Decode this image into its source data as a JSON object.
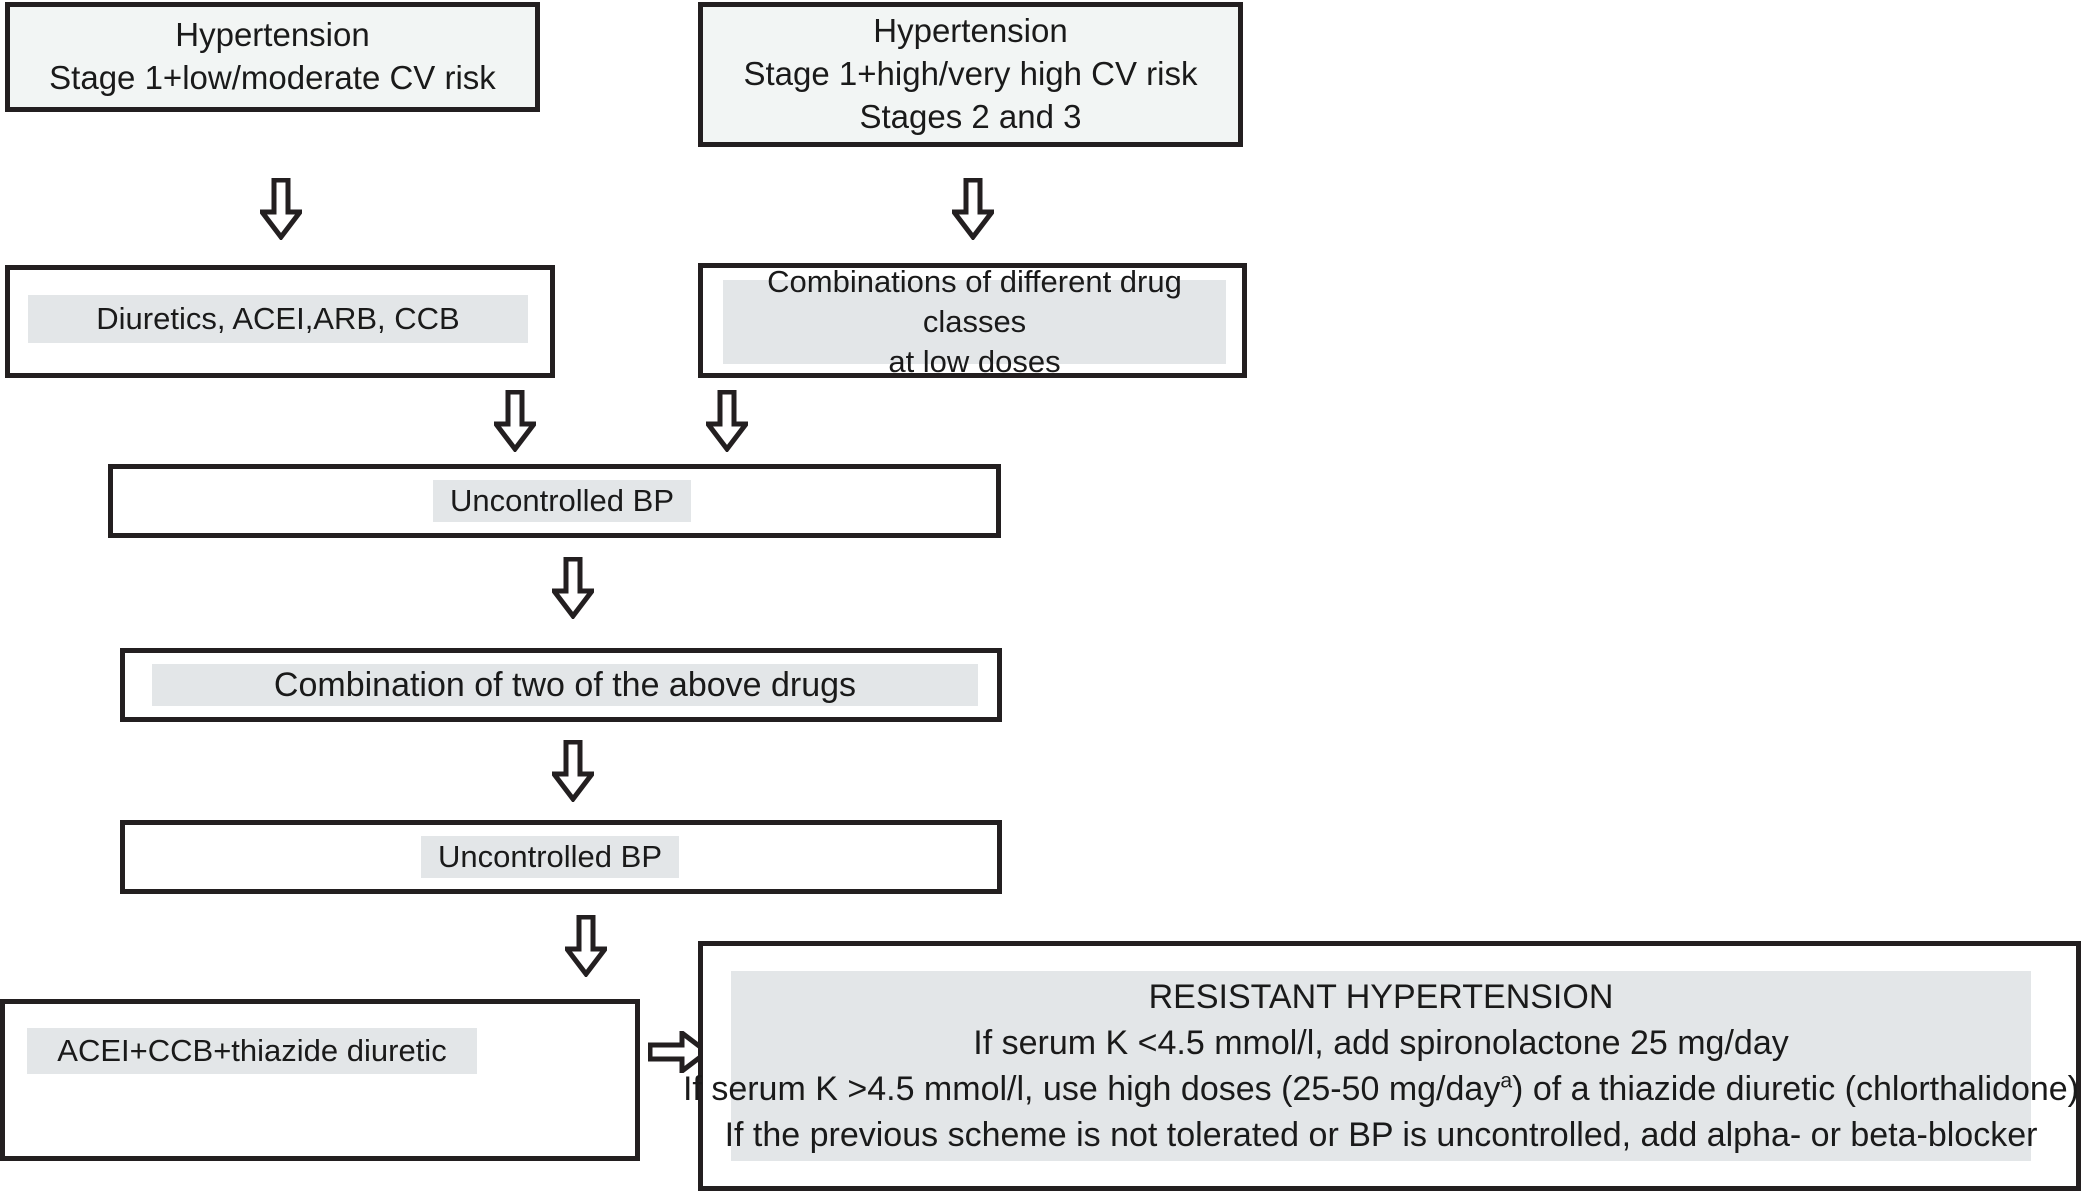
{
  "diagram": {
    "title": "Hypertension treatment flowchart",
    "colors": {
      "border": "#231f20",
      "box_fill_tinted": "#f2f5f4",
      "box_fill_plain": "#ffffff",
      "highlight_band": "#e3e6e8",
      "text": "#1a1a1a",
      "background": "#ffffff"
    },
    "nodes": {
      "stage1_low": {
        "line1": "Hypertension",
        "line2": "Stage 1+low/moderate CV risk",
        "text": "Hypertension\nStage 1+low/moderate CV risk"
      },
      "stage1_high": {
        "line1": "Hypertension",
        "line2": "Stage 1+high/very high CV risk",
        "line3": "Stages 2 and 3",
        "text": "Hypertension\nStage 1+high/very high CV risk\nStages 2 and 3"
      },
      "monotherapy": {
        "text": "Diuretics, ACEI,ARB, CCB"
      },
      "combinations": {
        "line1": "Combinations of different drug classes",
        "line2": "at low doses",
        "text": "Combinations of different drug classes\nat low doses"
      },
      "uncontrolled_bp_1": {
        "text": "Uncontrolled BP"
      },
      "combination_two": {
        "text": "Combination of two of the above drugs"
      },
      "uncontrolled_bp_2": {
        "text": "Uncontrolled BP"
      },
      "triple_therapy": {
        "text": "ACEI+CCB+thiazide diuretic"
      },
      "resistant_hypertension": {
        "heading": "RESISTANT HYPERTENSION",
        "line1": "If serum K <4.5 mmol/l, add spironolactone 25 mg/day",
        "line2_pre": "If serum K >4.5 mmol/l, use high doses (25-50 mg/day",
        "line2_sup": "a",
        "line2_post": ") of a thiazide diuretic (chlorthalidone)",
        "line3": "If the previous scheme is not tolerated or BP is uncontrolled, add alpha- or beta-blocker"
      }
    },
    "arrows": {
      "a1": {
        "glyph": "down-arrow",
        "from": "stage1_low",
        "to": "monotherapy"
      },
      "a2": {
        "glyph": "down-arrow",
        "from": "stage1_high",
        "to": "combinations"
      },
      "a3": {
        "glyph": "down-arrow",
        "from": "monotherapy",
        "to": "uncontrolled_bp_1"
      },
      "a4": {
        "glyph": "down-arrow",
        "from": "combinations",
        "to": "uncontrolled_bp_1"
      },
      "a5": {
        "glyph": "down-arrow",
        "from": "uncontrolled_bp_1",
        "to": "combination_two"
      },
      "a6": {
        "glyph": "down-arrow",
        "from": "combination_two",
        "to": "uncontrolled_bp_2"
      },
      "a7": {
        "glyph": "down-arrow",
        "from": "uncontrolled_bp_2",
        "to": "triple_therapy"
      },
      "a8": {
        "glyph": "right-arrow",
        "from": "triple_therapy",
        "to": "resistant_hypertension"
      }
    }
  }
}
